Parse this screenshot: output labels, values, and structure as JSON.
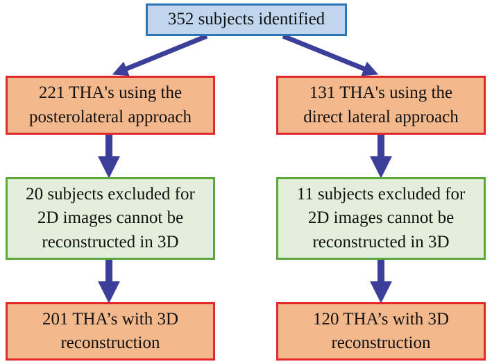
{
  "colors": {
    "arrow": "#3c3f9a",
    "blue_fill": "#bfd6ee",
    "blue_border": "#2e75b6",
    "orange_fill": "#f4b88d",
    "orange_border": "#e02a2a",
    "green_fill": "#e3efda",
    "green_border": "#5aa83a"
  },
  "top": {
    "label": "352 subjects identified"
  },
  "left": {
    "approach": [
      "221 THA's using the",
      "posterolateral approach"
    ],
    "excluded": [
      "20 subjects excluded for",
      "2D images cannot be",
      "reconstructed in 3D"
    ],
    "final": [
      "201 THA’s with 3D",
      "reconstruction"
    ]
  },
  "right": {
    "approach": [
      "131 THA's using the",
      "direct lateral approach"
    ],
    "excluded": [
      "11 subjects excluded for",
      "2D images cannot be",
      "reconstructed in 3D"
    ],
    "final": [
      "120 THA’s with 3D",
      "reconstruction"
    ]
  }
}
